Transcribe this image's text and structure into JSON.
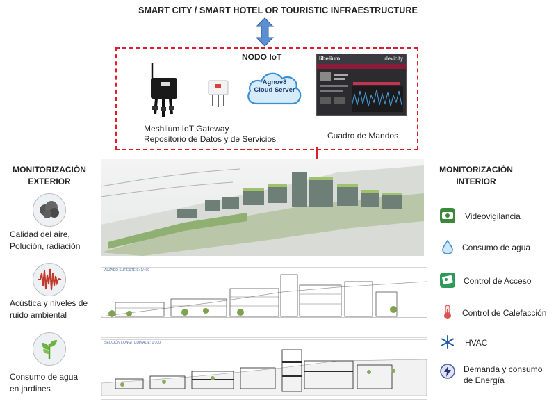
{
  "header": {
    "title": "SMART CITY / SMART HOTEL OR TOURISTIC INFRAESTRUCTURE"
  },
  "iot_node": {
    "title": "NODO IoT",
    "gateway_label_line1": "Meshlium IoT Gateway",
    "gateway_label_line2": "Repositorio de Datos y de Servicios",
    "cloud_line1": "Agnov8",
    "cloud_line2": "Cloud Server",
    "dashboard_label": "Cuadro de Mandos",
    "dashboard_brand_left": "libelium",
    "dashboard_brand_right": "devicify"
  },
  "exterior": {
    "title_line1": "MONITORIZACIÓN",
    "title_line2": "EXTERIOR",
    "items": [
      {
        "icon": "cloud-pollution-icon",
        "line1": "Calidad del aire,",
        "line2": "Polución, radiación"
      },
      {
        "icon": "sound-wave-icon",
        "line1": "Acústica y niveles de",
        "line2": "ruido ambiental"
      },
      {
        "icon": "plant-sprout-icon",
        "line1": "Consumo de agua",
        "line2": "en jardines"
      }
    ]
  },
  "interior": {
    "title_line1": "MONITORIZACIÓN",
    "title_line2": "INTERIOR",
    "items": [
      {
        "icon": "camera-icon",
        "label": "Videovigilancia",
        "color": "#3a8a3a"
      },
      {
        "icon": "water-drop-icon",
        "label": "Consumo de agua",
        "color": "#3d8fd6"
      },
      {
        "icon": "access-card-icon",
        "label": "Control de Acceso",
        "color": "#2e9a5a"
      },
      {
        "icon": "thermometer-icon",
        "label": "Control de Calefacción",
        "color": "#d9534f"
      },
      {
        "icon": "snowflake-icon",
        "label": "HVAC",
        "color": "#1f5fa8"
      },
      {
        "icon": "energy-bolt-icon",
        "label": "Demanda y consumo",
        "label2": "de Energía",
        "color": "#4a5fb0"
      }
    ]
  },
  "drawings": {
    "elevation_caption": "ALZADO SURESTE",
    "elevation_scale": "E: 1/400",
    "section_caption": "SECCIÓN LONGITUDINAL",
    "section_scale": "E: 1/700"
  }
}
